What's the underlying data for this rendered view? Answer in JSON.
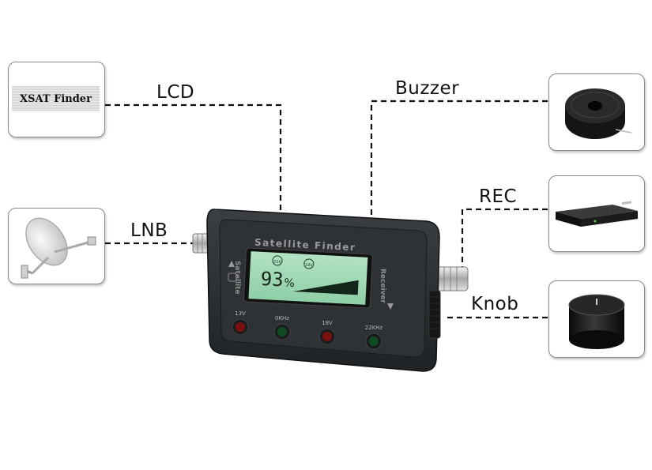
{
  "labels": {
    "lcd": "LCD",
    "lnb": "LNB",
    "buzzer": "Buzzer",
    "rec": "REC",
    "knob": "Knob"
  },
  "lcd_thumb": {
    "banner": "XSAT Finder"
  },
  "device": {
    "title": "Satellite Finder",
    "left_port_label": "Satellite",
    "right_port_label": "Receiver",
    "lcd_percent": "93",
    "lcd_percent_sign": "%",
    "lcd_small_left": "22K",
    "lcd_small_right": "18V",
    "signal_level": 0.93,
    "leds": [
      {
        "label": "13V",
        "color": "#7a1010"
      },
      {
        "label": "0KHz",
        "color": "#0e4a22"
      },
      {
        "label": "18V",
        "color": "#7a1010"
      },
      {
        "label": "22KHz",
        "color": "#0e4a22"
      }
    ]
  },
  "colors": {
    "lcd_background": "#9fd8b4",
    "body": "#2b2f33"
  }
}
